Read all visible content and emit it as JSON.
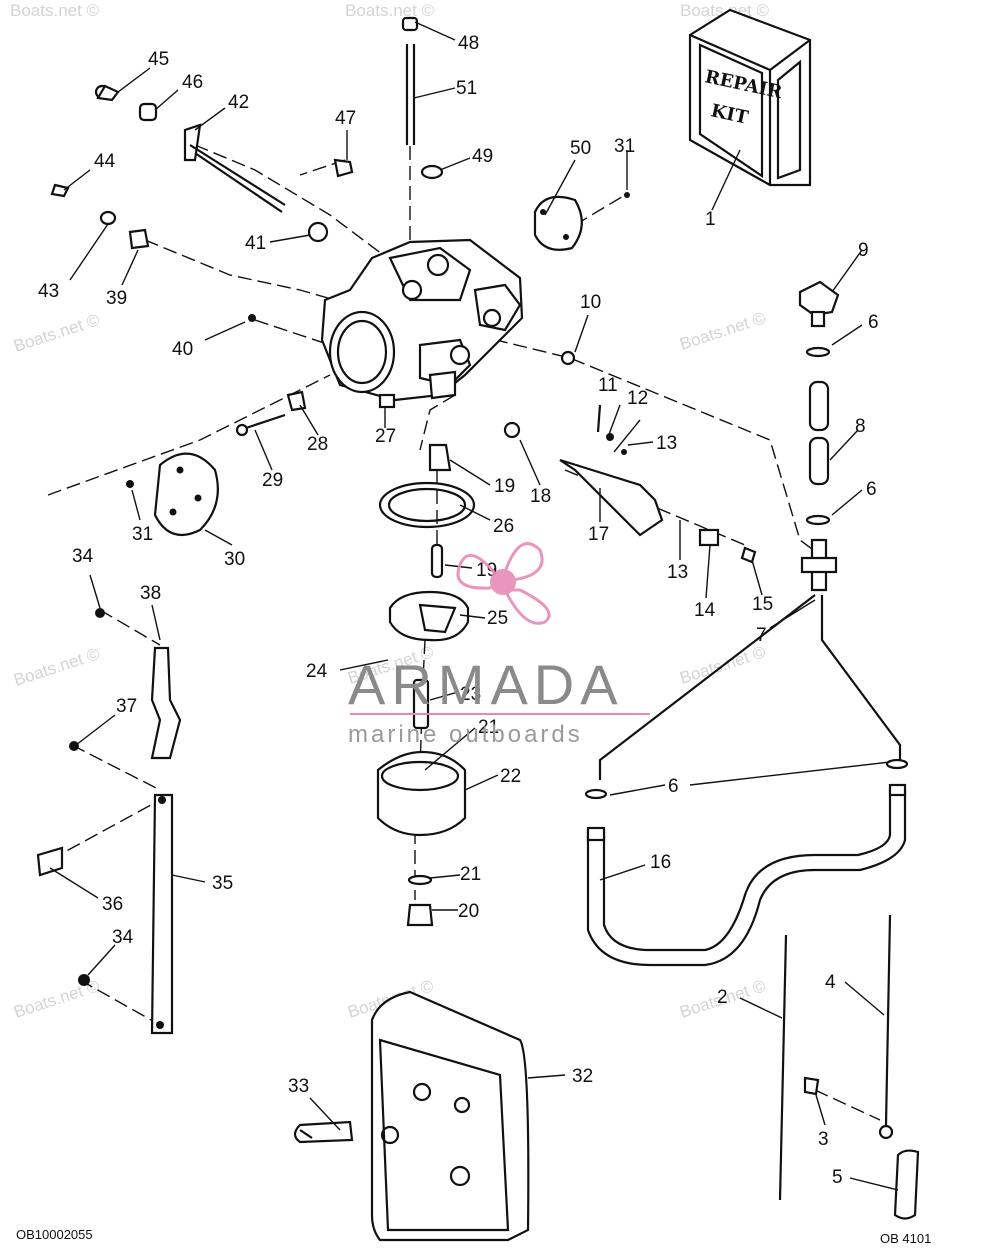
{
  "callouts": [
    "1",
    "2",
    "3",
    "4",
    "5",
    "6",
    "6",
    "6",
    "6",
    "7",
    "8",
    "9",
    "10",
    "11",
    "12",
    "13",
    "13",
    "14",
    "15",
    "16",
    "17",
    "18",
    "19",
    "19",
    "20",
    "21",
    "21",
    "22",
    "23",
    "24",
    "25",
    "26",
    "27",
    "28",
    "29",
    "30",
    "31",
    "31",
    "32",
    "33",
    "34",
    "34",
    "35",
    "36",
    "37",
    "38",
    "39",
    "40",
    "41",
    "42",
    "43",
    "44",
    "45",
    "46",
    "47",
    "48",
    "49",
    "50",
    "51"
  ],
  "corner": {
    "left_code": "OB10002055",
    "right_code": "OB 4101"
  },
  "kit_label": [
    "REPAIR",
    "KIT"
  ],
  "watermark": {
    "text": "Boats.net ©"
  },
  "brand": {
    "name": "ARMADA",
    "tagline": "marine outboards",
    "accent": "#e78ab8",
    "gray": "#8a8a8a"
  }
}
